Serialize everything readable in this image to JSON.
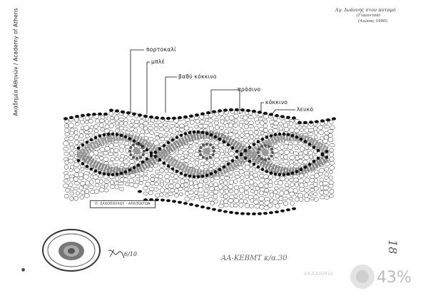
{
  "credit": "Ακαδημία Αθηνών / Academy of Athens",
  "note": {
    "line1": "Αγ. Ιωάννης στον ποταμό",
    "line2": "(Γιαννιτσά)",
    "line3": "(Αιώνας 1990)"
  },
  "labels": {
    "orange": "πορτοκαλί",
    "blue": "μπλέ",
    "dark_red": "βαθύ κόκκινο",
    "green": "πράσινο",
    "red": "κόκκινο",
    "white": "λευκό"
  },
  "caption": "Π. ΖΑΧΟΠΟΥΛΟΥ - ΑΡΧΙΤΕΚΤΩΝ",
  "handwritten": {
    "reference": "ΑΑ-ΚΕΒΜΤ κ/α.30",
    "fraction": "6/10",
    "page_number": "18",
    "percent": "43%",
    "watermark": "ΑΚΑΔΗΜΙΑ"
  },
  "colors": {
    "ink": "#111111",
    "paper": "#ffffff",
    "gray": "#8a8a8a"
  }
}
